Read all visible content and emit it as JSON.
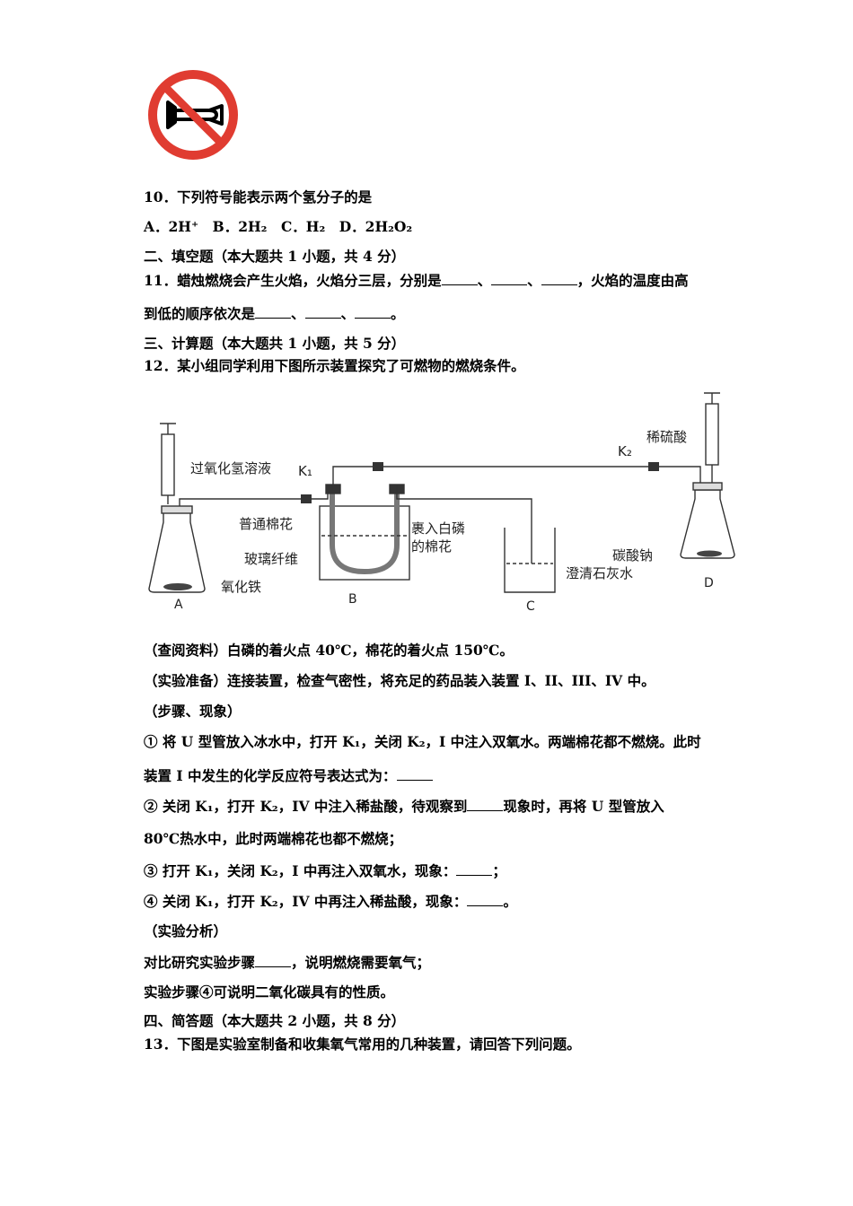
{
  "sign": {
    "icon": "no-horn-icon",
    "color_ring": "#e03c31"
  },
  "q10": {
    "stem": "10．下列符号能表示两个氢分子的是",
    "options": "A．2H⁺　B．2H₂　C．H₂　D．2H₂O₂"
  },
  "section2": {
    "title": "二、填空题（本大题共 1 小题，共 4 分）"
  },
  "q11": {
    "line1_a": "11．蜡烛燃烧会产生火焰，火焰分三层，分别是",
    "sep": "、",
    "line1_b": "，火焰的温度由高",
    "line2_a": "到低的顺序依次是",
    "end": "。"
  },
  "section3": {
    "title": "三、计算题（本大题共 1 小题，共 5 分）"
  },
  "q12": {
    "stem": "12．某小组同学利用下图所示装置探究了可燃物的燃烧条件。",
    "figure": {
      "h2o2": "过氧化氢溶液",
      "k1": "K₁",
      "k2": "K₂",
      "acid": "稀硫酸",
      "cotton": "普通棉花",
      "white_p_1": "裹入白磷",
      "white_p_2": "的棉花",
      "glass_fiber": "玻璃纤维",
      "iron_oxide": "氧化铁",
      "limewater": "澄清石灰水",
      "sodium_carbonate": "碳酸钠",
      "a": "A",
      "b": "B",
      "c": "C",
      "d": "D"
    },
    "info": "（查阅资料）白磷的着火点 40℃，棉花的着火点 150℃。",
    "prep": "（实验准备）连接装置，检查气密性，将充足的药品装入装置 I、II、III、IV 中。",
    "steps_title": "（步骤、现象）",
    "s1_a": "① 将 U 型管放入冰水中，打开 K₁，关闭 K₂，I 中注入双氧水。两端棉花都不燃烧。此时",
    "s1_b": "装置 I 中发生的化学反应符号表达式为：",
    "s2_a": "② 关闭 K₁，打开 K₂，IV 中注入稀盐酸，待观察到",
    "s2_a2": "现象时，再将 U 型管放入",
    "s2_b": "80℃热水中，此时两端棉花也都不燃烧；",
    "s3": "③ 打开 K₁，关闭 K₂，I 中再注入双氧水，现象：",
    "s3_end": "；",
    "s4": "④ 关闭 K₁，打开 K₂，IV 中再注入稀盐酸，现象：",
    "s4_end": "。",
    "analysis_title": "（实验分析）",
    "an1_a": "对比研究实验步骤",
    "an1_b": "，说明燃烧需要氧气；",
    "an2": "实验步骤④可说明二氧化碳具有的性质。"
  },
  "section4": {
    "title": "四、简答题（本大题共 2 小题，共 8 分）"
  },
  "q13": {
    "stem": "13．下图是实验室制备和收集氧气常用的几种装置，请回答下列问题。"
  }
}
